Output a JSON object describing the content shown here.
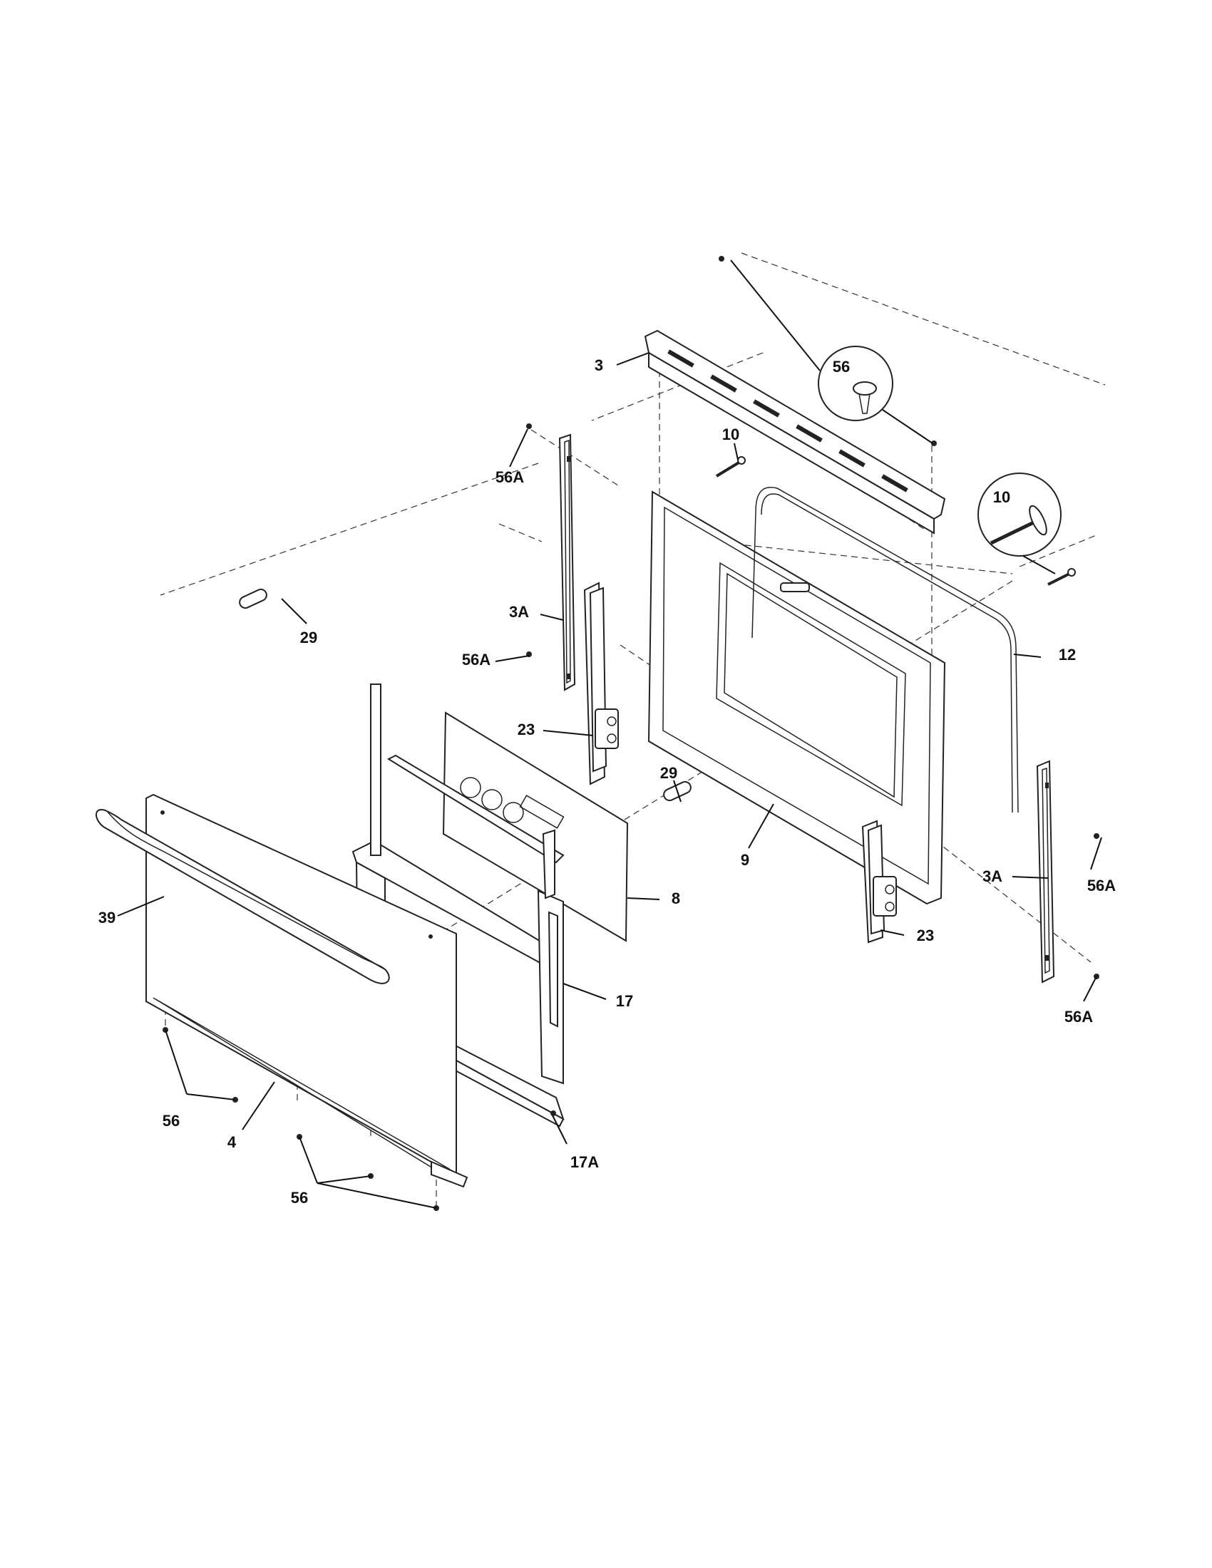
{
  "diagram": {
    "line_color": "#222222",
    "background": "#ffffff",
    "callouts": {
      "c3": "3",
      "c56_top": "56",
      "c56a_upper_left": "56A",
      "c10_center": "10",
      "c10_detail": "10",
      "c3a_left": "3A",
      "c56a_mid_left": "56A",
      "c12": "12",
      "c23_left": "23",
      "c29_left": "29",
      "c29_center": "29",
      "c56a_right": "56A",
      "c9": "9",
      "c3a_right": "3A",
      "c39": "39",
      "c8": "8",
      "c23_right": "23",
      "c17": "17",
      "c56a_bottom_right": "56A",
      "c56_left": "56",
      "c4": "4",
      "c17a": "17A",
      "c56_bottom": "56"
    }
  }
}
